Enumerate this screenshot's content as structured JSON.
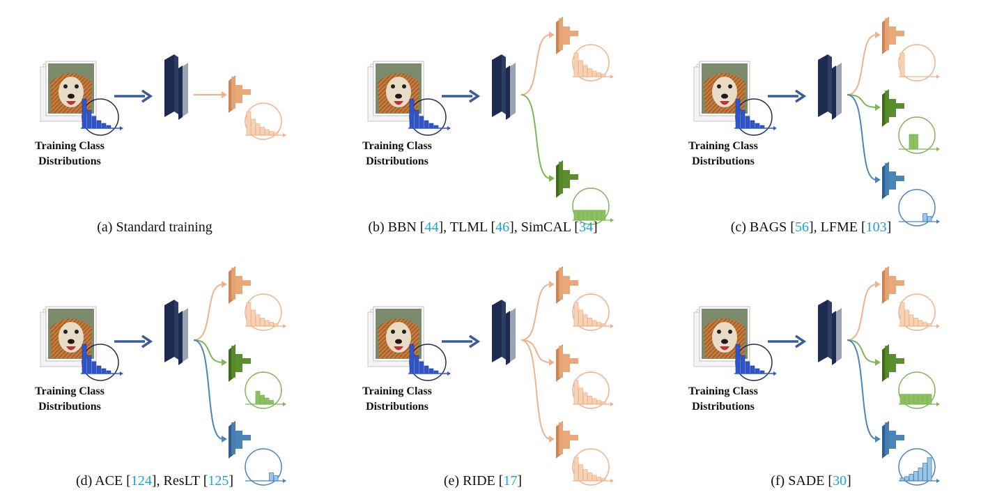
{
  "colors": {
    "backbone_dark": "#1d2b4f",
    "backbone_light": "#9aa3b2",
    "arrow_blue": "#3a5aa0",
    "expert_orange": "#e8a878",
    "expert_orange_dark": "#c98558",
    "expert_green": "#5a8e2e",
    "expert_green_light": "#8cc063",
    "expert_blue": "#4a84b8",
    "expert_blue_light": "#9cc6e6",
    "hist_blue": "#2f55c8",
    "citation": "#1aa3d6"
  },
  "panels": [
    {
      "id": "a",
      "input_label_line1": "Training Class",
      "input_label_line2": "Distributions",
      "experts": [
        {
          "color": "orange",
          "distribution": "long-tailed"
        }
      ],
      "caption": [
        {
          "text": "(a) Standard training"
        }
      ]
    },
    {
      "id": "b",
      "input_label_line1": "Training Class",
      "input_label_line2": "Distributions",
      "experts": [
        {
          "color": "orange",
          "distribution": "long-tailed"
        },
        {
          "color": "green",
          "distribution": "uniform"
        }
      ],
      "caption": [
        {
          "text": "(b) BBN ["
        },
        {
          "text": "44",
          "ref": true
        },
        {
          "text": "], TLML ["
        },
        {
          "text": "46",
          "ref": true
        },
        {
          "text": "], SimCAL ["
        },
        {
          "text": "34",
          "ref": true
        },
        {
          "text": "]"
        }
      ]
    },
    {
      "id": "c",
      "input_label_line1": "Training Class",
      "input_label_line2": "Distributions",
      "experts": [
        {
          "color": "orange",
          "distribution": "head"
        },
        {
          "color": "green",
          "distribution": "medium"
        },
        {
          "color": "blue",
          "distribution": "tail"
        }
      ],
      "caption": [
        {
          "text": "(c) BAGS ["
        },
        {
          "text": "56",
          "ref": true
        },
        {
          "text": "], LFME ["
        },
        {
          "text": "103",
          "ref": true
        },
        {
          "text": "]"
        }
      ]
    },
    {
      "id": "d",
      "input_label_line1": "Training Class",
      "input_label_line2": "Distributions",
      "experts": [
        {
          "color": "orange",
          "distribution": "long-tailed"
        },
        {
          "color": "green",
          "distribution": "medium-tail"
        },
        {
          "color": "blue",
          "distribution": "tail"
        }
      ],
      "caption": [
        {
          "text": "(d) ACE ["
        },
        {
          "text": "124",
          "ref": true
        },
        {
          "text": "], ResLT ["
        },
        {
          "text": "125",
          "ref": true
        },
        {
          "text": "]"
        }
      ]
    },
    {
      "id": "e",
      "input_label_line1": "Training Class",
      "input_label_line2": "Distributions",
      "experts": [
        {
          "color": "orange",
          "distribution": "long-tailed"
        },
        {
          "color": "orange",
          "distribution": "long-tailed"
        },
        {
          "color": "orange",
          "distribution": "long-tailed"
        }
      ],
      "caption": [
        {
          "text": "(e) RIDE ["
        },
        {
          "text": "17",
          "ref": true
        },
        {
          "text": "]"
        }
      ]
    },
    {
      "id": "f",
      "input_label_line1": "Training Class",
      "input_label_line2": "Distributions",
      "experts": [
        {
          "color": "orange",
          "distribution": "long-tailed"
        },
        {
          "color": "green",
          "distribution": "uniform"
        },
        {
          "color": "blue",
          "distribution": "inverse"
        }
      ],
      "caption": [
        {
          "text": "(f) SADE ["
        },
        {
          "text": "30",
          "ref": true
        },
        {
          "text": "]"
        }
      ]
    }
  ]
}
